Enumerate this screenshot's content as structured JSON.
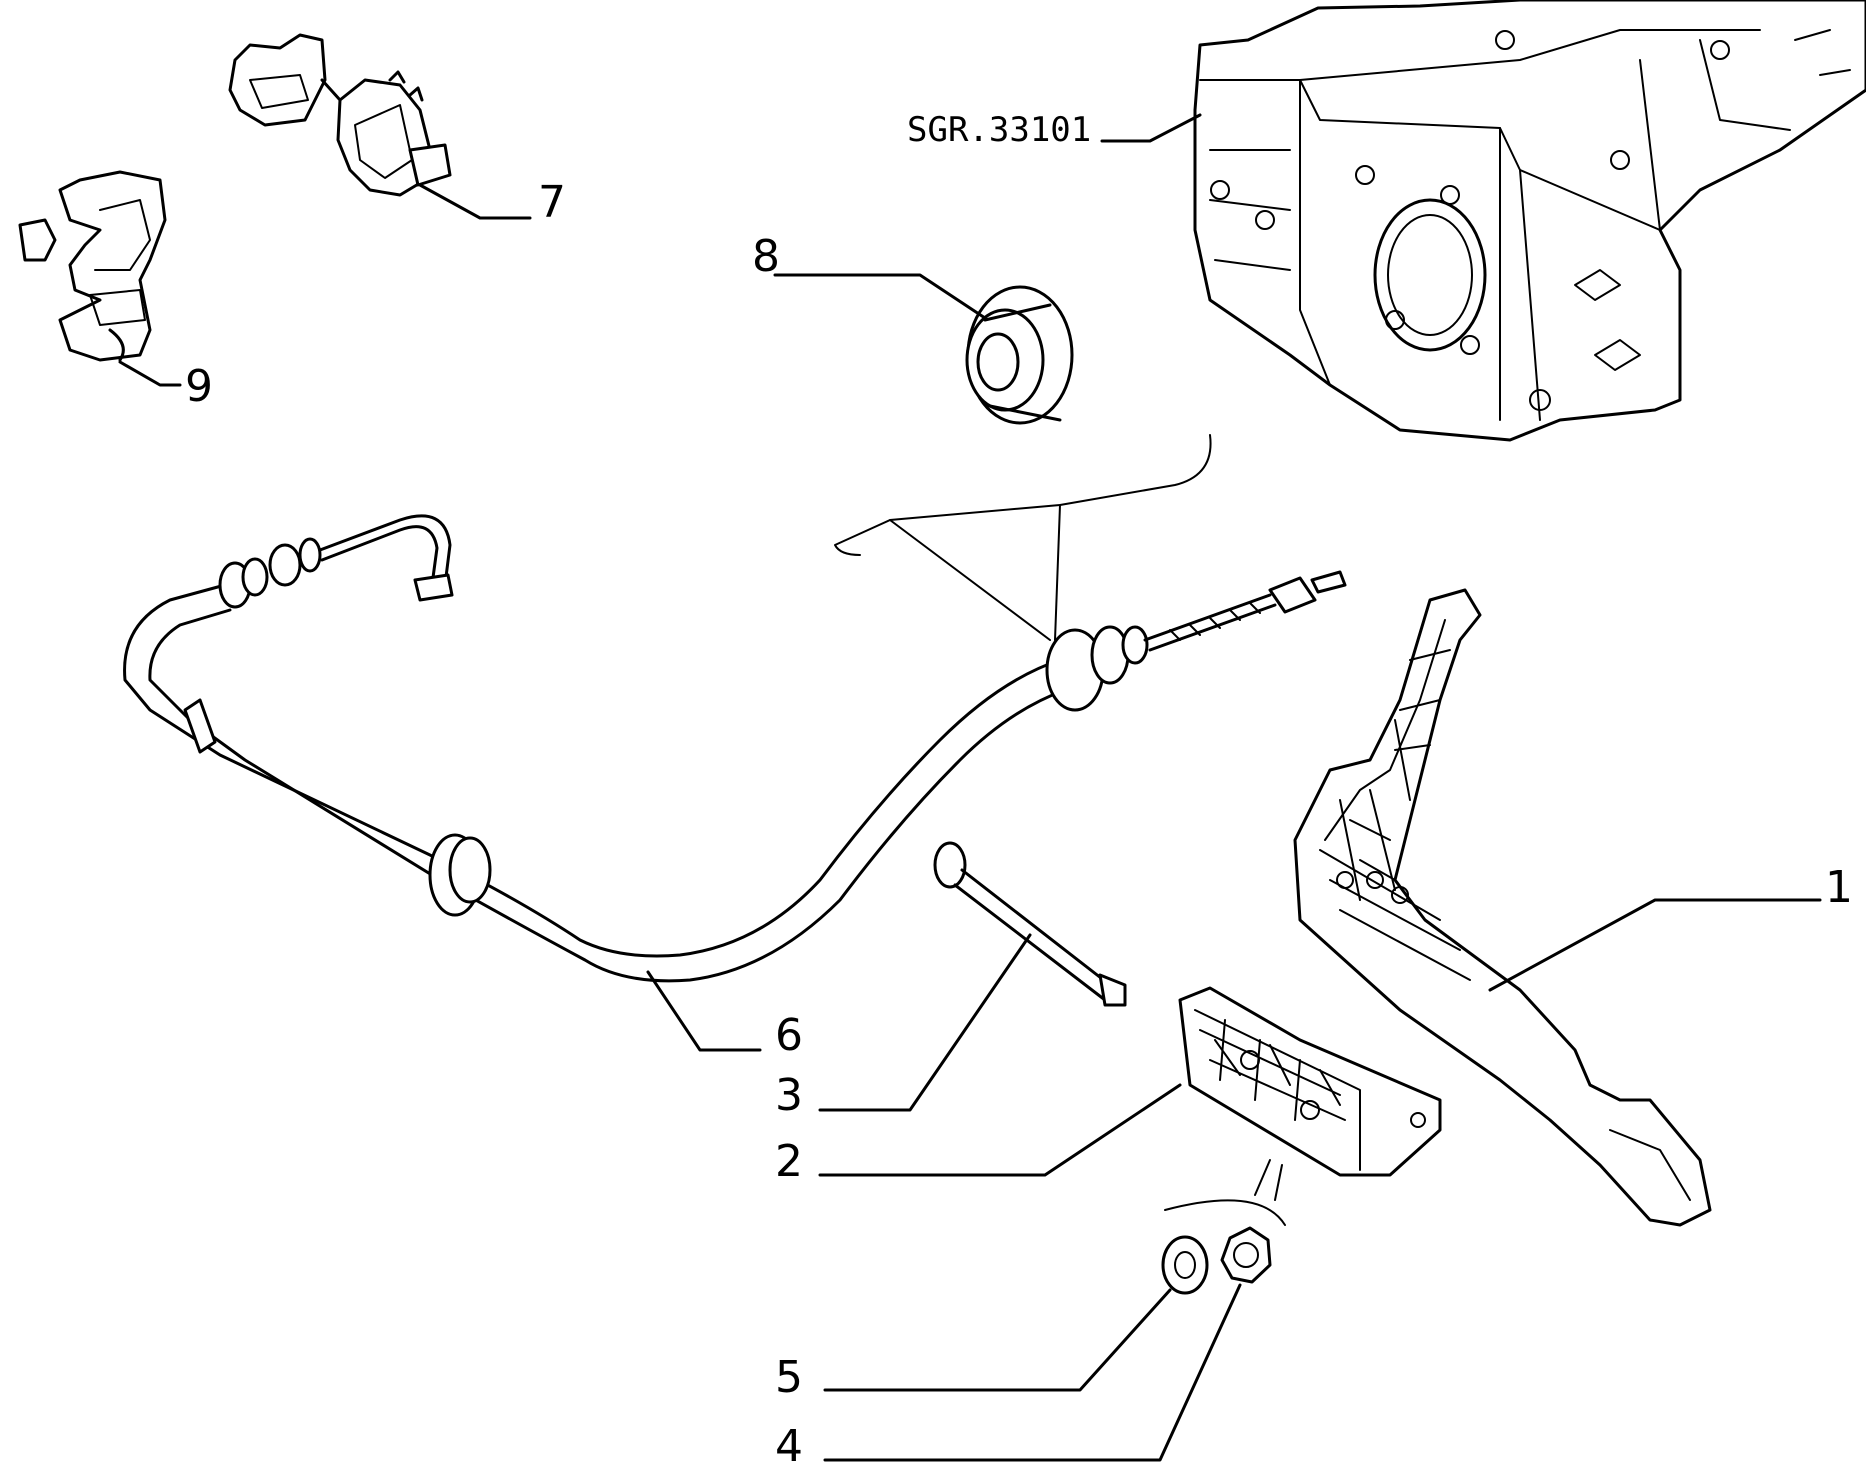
{
  "diagram": {
    "reference": "SGR.33101",
    "labels": [
      {
        "id": "1",
        "text": "1"
      },
      {
        "id": "2",
        "text": "2"
      },
      {
        "id": "3",
        "text": "3"
      },
      {
        "id": "4",
        "text": "4"
      },
      {
        "id": "5",
        "text": "5"
      },
      {
        "id": "6",
        "text": "6"
      },
      {
        "id": "7",
        "text": "7"
      },
      {
        "id": "8",
        "text": "8"
      },
      {
        "id": "9",
        "text": "9"
      }
    ]
  },
  "colors": {
    "line": "#000000",
    "background": "#ffffff"
  }
}
